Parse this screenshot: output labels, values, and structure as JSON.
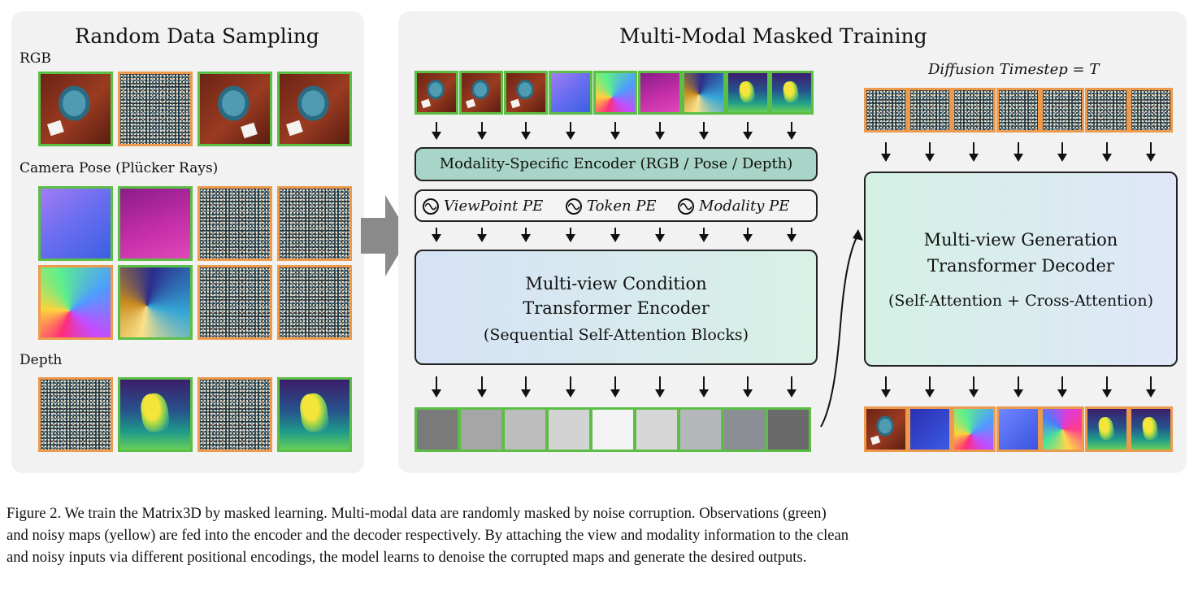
{
  "left_panel": {
    "title": "Random Data Sampling",
    "rgb_label": "RGB",
    "pose_label": "Camera Pose (Plücker Rays)",
    "depth_label": "Depth"
  },
  "right_panel": {
    "title": "Multi-Modal Masked Training",
    "encoder_label": "Modality-Specific Encoder (RGB / Pose / Depth)",
    "pe": [
      "ViewPoint PE",
      "Token PE",
      "Modality PE"
    ],
    "condition_encoder": {
      "line1": "Multi-view Condition",
      "line2": "Transformer Encoder",
      "line3": "(Sequential Self-Attention Blocks)"
    },
    "diffusion_label": "Diffusion Timestep = T",
    "generation_decoder": {
      "line1": "Multi-view Generation",
      "line2": "Transformer Decoder",
      "line3": "(Self-Attention + Cross-Attention)"
    }
  },
  "caption": {
    "line1": "Figure 2.  We train the Matrix3D by masked learning.  Multi-modal data are randomly masked by noise corruption.  Observations (green)",
    "line2": "and noisy maps (yellow) are fed into the encoder and the decoder respectively. By attaching the view and modality information to the clean",
    "line3": "and noisy inputs via different positional encodings, the model learns to denoise the corrupted maps and generate the desired outputs."
  },
  "colors": {
    "observation_border": "#5cbf45",
    "noisy_border": "#ee9a4c",
    "token_grays": [
      "#7a7a7a",
      "#a6a6a6",
      "#bdbdbd",
      "#d3d3d3",
      "#f3f3f3",
      "#d6d6d6",
      "#b5b7bb",
      "#8b8e94",
      "#6a6a6a"
    ]
  }
}
